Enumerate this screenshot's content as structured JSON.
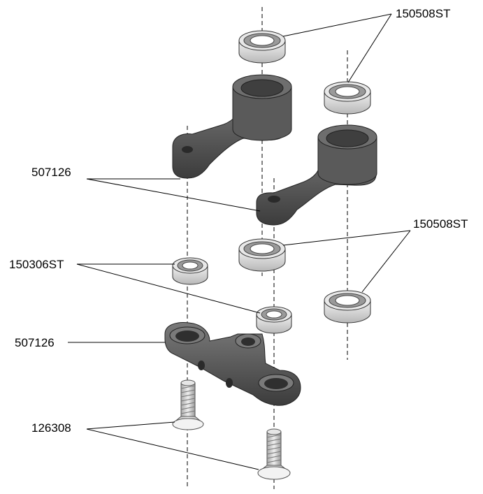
{
  "labels": {
    "top_bearing": "150508ST",
    "arm": "507126",
    "mid_bearing": "150508ST",
    "small_bearing": "150306ST",
    "base_bracket": "507126",
    "screw": "126308"
  },
  "colors": {
    "part_dark": "#4a4a4a",
    "part_mid": "#6b6b6b",
    "part_light": "#8c8c8c",
    "bearing_outer": "#d9d9d9",
    "bearing_inner": "#8a8a8a",
    "screw_metal": "#cfcfcf",
    "leader_line": "#000000"
  },
  "icons": {
    "bearing": "ball-bearing-icon",
    "screw": "countersunk-screw-icon",
    "arm": "steering-bellcrank-icon",
    "bracket": "mounting-bracket-icon"
  }
}
